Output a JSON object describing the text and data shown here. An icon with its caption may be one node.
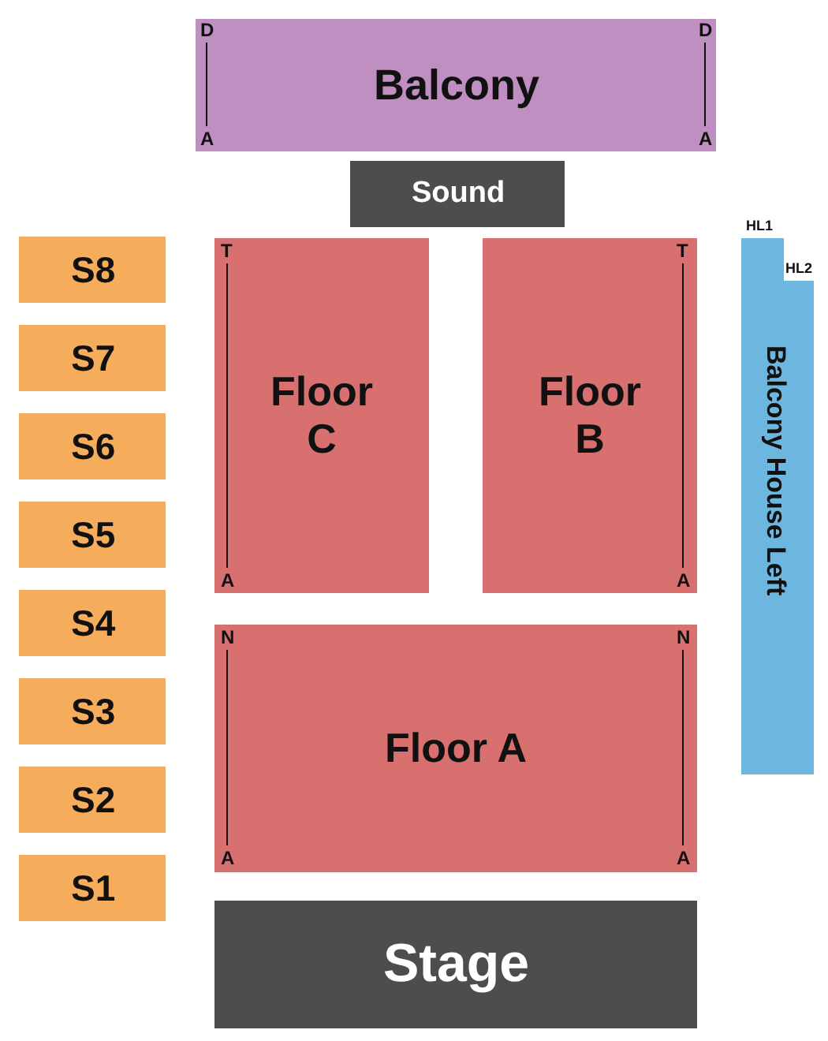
{
  "diagram": {
    "nodes": [
      {
        "text": [
          "Balcony",
          "D",
          "D",
          "A",
          "A"
        ]
      },
      {
        "text": [
          "Sound"
        ]
      },
      {
        "text": [
          "S8"
        ]
      },
      {
        "text": [
          "S7"
        ]
      },
      {
        "text": [
          "S6"
        ]
      },
      {
        "text": [
          "S5"
        ]
      },
      {
        "text": [
          "S4"
        ]
      },
      {
        "text": [
          "S3"
        ]
      },
      {
        "text": [
          "S2"
        ]
      },
      {
        "text": [
          "S1"
        ]
      },
      {
        "text": [
          "Floor C",
          "T",
          "A"
        ]
      },
      {
        "text": [
          "Floor B",
          "T",
          "A"
        ]
      },
      {
        "text": [
          "Balcony House Left"
        ],
        "beside": [
          "HL1",
          "HL2"
        ]
      },
      {
        "text": [
          "Floor A",
          "N",
          "N",
          "A",
          "A"
        ]
      },
      {
        "text": [
          "Stage"
        ]
      }
    ]
  }
}
